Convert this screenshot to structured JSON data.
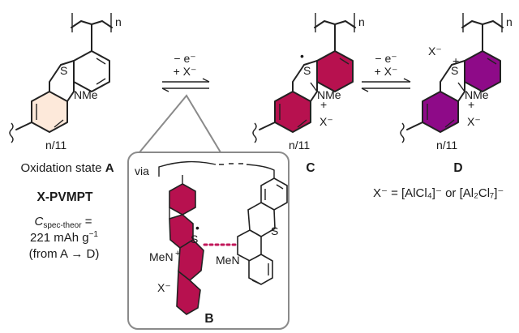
{
  "colors": {
    "state_a_fill": "#fde9da",
    "state_c_fill": "#b7114f",
    "state_d_fill": "#8e0a88",
    "contact_dots": "#c2185b",
    "inset_border": "#8a8a8a"
  },
  "polymer": {
    "n_subscript": "n",
    "end_label": "n/11"
  },
  "atoms": {
    "sulfur": "S",
    "nme": "NMe",
    "men": "MeN",
    "plus": "+",
    "anion": "X⁻",
    "radical": "•"
  },
  "arrow_1": {
    "top": "− e⁻",
    "bottom": "+ X⁻"
  },
  "arrow_2": {
    "top": "− e⁻",
    "bottom": "+ X⁻"
  },
  "state_a": {
    "caption_prefix": "Oxidation state ",
    "caption_letter": "A",
    "polymer_name": "X-PVMPT",
    "capacity_symbol": "C",
    "capacity_subscript": "spec-theor",
    "capacity_equals": " =",
    "capacity_value": "221 mAh g",
    "capacity_exponent": "−1",
    "capacity_note": "(from A → D)"
  },
  "state_c": {
    "letter": "C"
  },
  "state_d": {
    "letter": "D",
    "anion_definition": "X⁻ = [AlCl₄]⁻ or [Al₂Cl₇]⁻"
  },
  "inset_b": {
    "via_label": "via",
    "letter": "B"
  }
}
